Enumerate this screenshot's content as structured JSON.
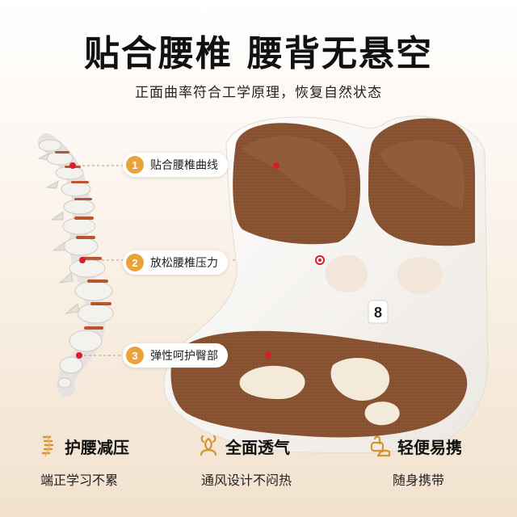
{
  "headline": {
    "left": "贴合腰椎",
    "right": "腰背无悬空"
  },
  "subheadline": "正面曲率符合工学原理，恢复自然状态",
  "callouts": [
    {
      "number": "1",
      "label": "贴合腰椎曲线"
    },
    {
      "number": "2",
      "label": "放松腰椎压力"
    },
    {
      "number": "3",
      "label": "弹性呵护臀部"
    }
  ],
  "product_badge": "8",
  "features": [
    {
      "icon": "spine-icon",
      "title": "护腰减压",
      "desc": "端正学习不累"
    },
    {
      "icon": "airflow-icon",
      "title": "全面透气",
      "desc": "通风设计不闷热"
    },
    {
      "icon": "hand-carry-icon",
      "title": "轻便易携",
      "desc": "随身携带"
    }
  ],
  "colors": {
    "accent": "#eaa23a",
    "cushion": "#8a5433",
    "shell": "#f7f5f2",
    "marker": "#d81e2a"
  }
}
